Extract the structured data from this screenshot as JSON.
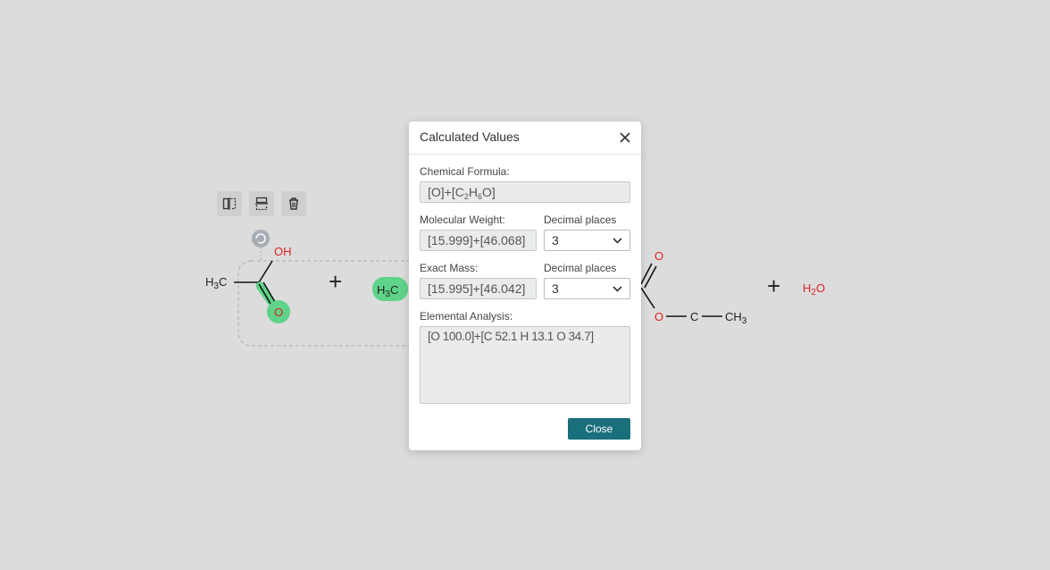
{
  "canvas": {
    "reactant1": {
      "ch3": "H",
      "ch3_sub": "3",
      "ch3_c": "C",
      "oh": "OH",
      "o": "O"
    },
    "plus1": "+",
    "reactant2": {
      "h": "H",
      "sub": "3",
      "c": "C"
    },
    "product1": {
      "o_top": "O",
      "o_mid": "O",
      "c": "C",
      "ch": "CH",
      "ch_sub": "3"
    },
    "plus2": "+",
    "product2": {
      "h": "H",
      "sub": "2",
      "o": "O"
    }
  },
  "toolbar": {
    "flip_horizontal_icon": "flip-horizontal-icon",
    "flip_vertical_icon": "flip-vertical-icon",
    "delete_icon": "trash-icon",
    "rotate_icon": "rotate-icon"
  },
  "dialog": {
    "title": "Calculated Values",
    "formula_label": "Chemical Formula:",
    "formula": {
      "p1": "[O]+[C",
      "s1": "2",
      "p2": "H",
      "s2": "6",
      "p3": "O]"
    },
    "mw_label": "Molecular Weight:",
    "mw_value": "[15.999]+[46.068]",
    "mw_decimal_label": "Decimal places",
    "mw_decimal_value": "3",
    "em_label": "Exact Mass:",
    "em_value": "[15.995]+[46.042]",
    "em_decimal_label": "Decimal places",
    "em_decimal_value": "3",
    "ea_label": "Elemental Analysis:",
    "ea_value": "[O 100.0]+[C 52.1 H 13.1 O 34.7]",
    "close_button": "Close"
  },
  "colors": {
    "background": "#dcdcdc",
    "hetero_atom": "#e02020",
    "highlight": "#5ed389",
    "selection": "#a8adb4",
    "primary": "#1a6f7c"
  }
}
